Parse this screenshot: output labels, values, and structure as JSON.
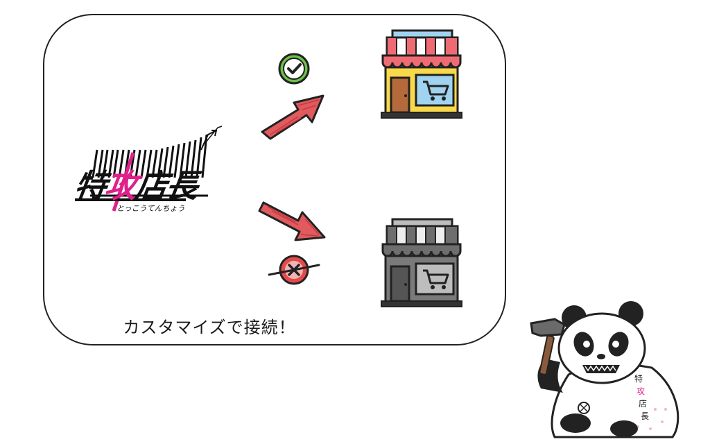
{
  "logo": {
    "text_before": "特",
    "text_accent": "攻",
    "text_after": "店長",
    "reading": "とっこうてんちょう",
    "accent_color": "#e0208a"
  },
  "caption": "カスタマイズで接続！",
  "icons": {
    "success": "check-circle-icon",
    "failure": "cross-circle-icon",
    "store_open": "storefront-icon",
    "store_closed": "storefront-gray-icon",
    "mascot": "panda-mascot"
  },
  "mascot": {
    "coat_text": [
      "特",
      "攻",
      "店",
      "長"
    ]
  },
  "colors": {
    "arrow": "#e05a5e",
    "check": "#6cc24a",
    "cross": "#e44a4a",
    "awning_red": "#ef6b73",
    "store_yellow": "#f8d94a",
    "store_blue": "#9fd3ef",
    "store_gray": "#7a7a7a"
  }
}
